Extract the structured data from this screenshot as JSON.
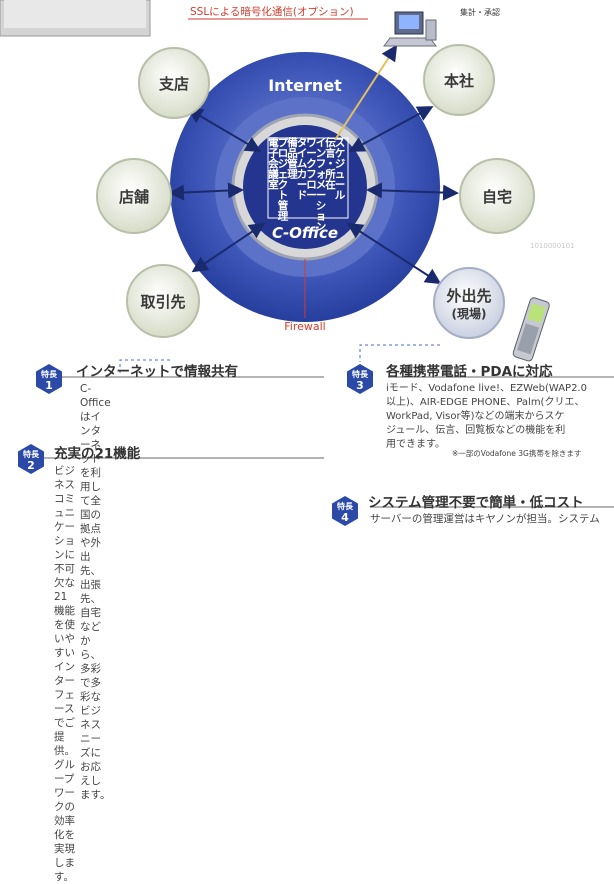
{
  "diagram": {
    "ssl_label": "SSLによる暗号化通信(オプション)",
    "computer_label": "集計・承認",
    "internet_label": "Internet",
    "center_label": "C-Office",
    "firewall_label": "Firewall",
    "nodes": {
      "branch": "支店",
      "head_office": "本社",
      "store": "店舗",
      "home": "自宅",
      "client": "取引先",
      "field": "外出先",
      "field_sub": "(現場)"
    },
    "functions": [
      "スケジュール",
      "伝言・所在",
      "インフォメーション",
      "ワークフロー",
      "タイムカード",
      "備品管理",
      "プロジェクト管理",
      "電子会議室"
    ]
  },
  "features": [
    {
      "badge_label": "特長",
      "number": "1",
      "title": "インターネットで情報共有",
      "lines": [
        "C-Officeはインターネットを利用して全国の",
        "拠点や外出先、出張先、自宅などから、多彩で多",
        "彩なビジネスニーズにお応えします。"
      ]
    },
    {
      "badge_label": "特長",
      "number": "2",
      "title": "充実の21機能",
      "lines": [
        "ビジネスコミュニケーションに不可欠な21機能",
        "を使いやすいインターフェースでご提供。",
        "グループワークの効率化を実現します。"
      ]
    },
    {
      "badge_label": "特長",
      "number": "3",
      "title": "各種携帯電話・PDAに対応",
      "lines": [
        "iモード、Vodafone live!、EZWeb(WAP2.0",
        "以上)、AIR-EDGE PHONE、Palm(クリエ、",
        "WorkPad, Visor等)などの端末からスケ",
        "ジュール、伝言、回覧板などの機能を利",
        "用できます。"
      ],
      "note": "※一部のVodafone 3G携帯を除きます"
    },
    {
      "badge_label": "特長",
      "number": "4",
      "title": "システム管理不要で簡単・低コスト",
      "lines": [
        "サーバーの管理運営はキヤノンが担当。システム"
      ]
    }
  ]
}
